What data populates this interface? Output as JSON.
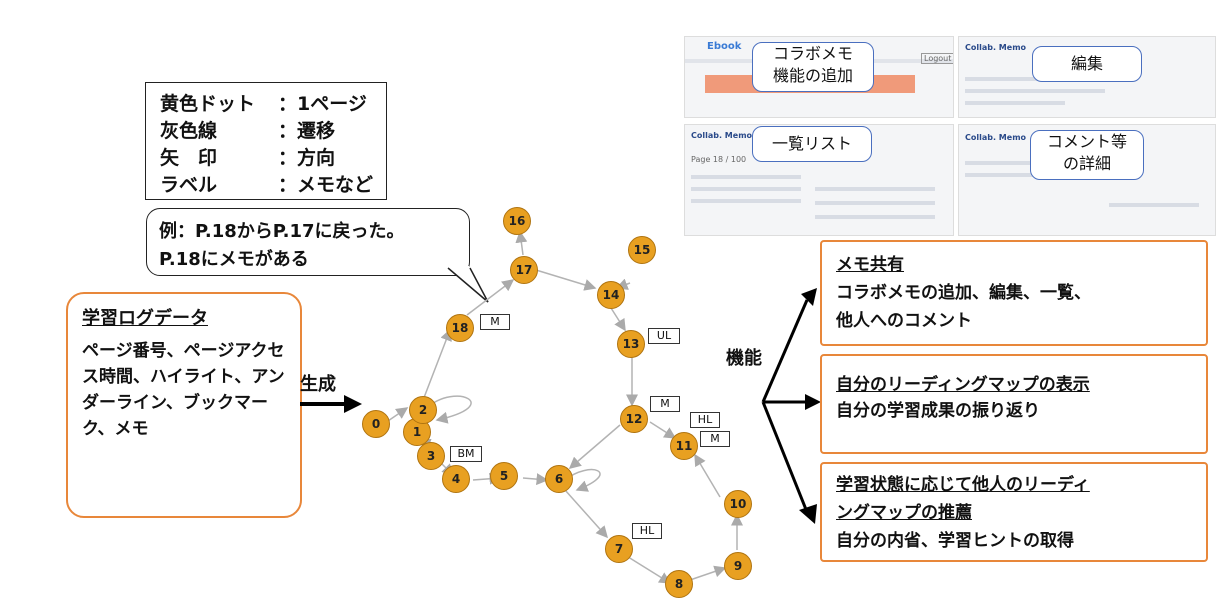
{
  "legend": {
    "rows": [
      {
        "key": "黄色ドット",
        "value": "：1ページ"
      },
      {
        "key": "灰色線",
        "value": "：遷移"
      },
      {
        "key": "矢　印",
        "value": "：方向"
      },
      {
        "key": "ラベル",
        "value": "：メモなど"
      }
    ]
  },
  "example": {
    "line1": "例：P.18からP.17に戻った。",
    "line2": "P.18にメモがある"
  },
  "learning_log": {
    "title": "学習ログデータ",
    "body": "ページ番号、ページアクセス時間、ハイライト、アンダーライン、ブックマーク、メモ"
  },
  "generate_label": "生成",
  "function_label": "機能",
  "features": [
    {
      "title": "メモ共有",
      "body": [
        "コラボメモの追加、編集、一覧、",
        "他人へのコメント"
      ]
    },
    {
      "title": "自分のリーディングマップの表示",
      "body": [
        "自分の学習成果の振り返り"
      ]
    },
    {
      "title": "学習状態に応じて他人のリーディ",
      "title2": "ングマップの推薦",
      "body": [
        "自分の内省、学習ヒントの取得"
      ]
    }
  ],
  "screenshots": {
    "callouts": [
      "コラボメモ機能の追加",
      "編集",
      "一覧リスト",
      "コメント等の詳細"
    ],
    "callout_lines": [
      [
        "コラボメモ",
        "機能の追加"
      ],
      [
        "編集"
      ],
      [
        "一覧リスト"
      ],
      [
        "コメント等",
        "の詳細"
      ]
    ],
    "brand": "Ebook",
    "panel_title": "Collab. Memo",
    "page_label": "Page 18 / 100",
    "logout": "Logout"
  },
  "graph": {
    "nodes": [
      "0",
      "1",
      "2",
      "3",
      "4",
      "5",
      "6",
      "7",
      "8",
      "9",
      "10",
      "11",
      "12",
      "13",
      "14",
      "15",
      "16",
      "17",
      "18"
    ],
    "tags": [
      "M",
      "UL",
      "M",
      "HL",
      "M",
      "BM",
      "HL"
    ]
  },
  "colors": {
    "node": "#e8a021",
    "edge": "#b3b3b3",
    "accent": "#e8873a",
    "callout_border": "#4a6fbf"
  }
}
